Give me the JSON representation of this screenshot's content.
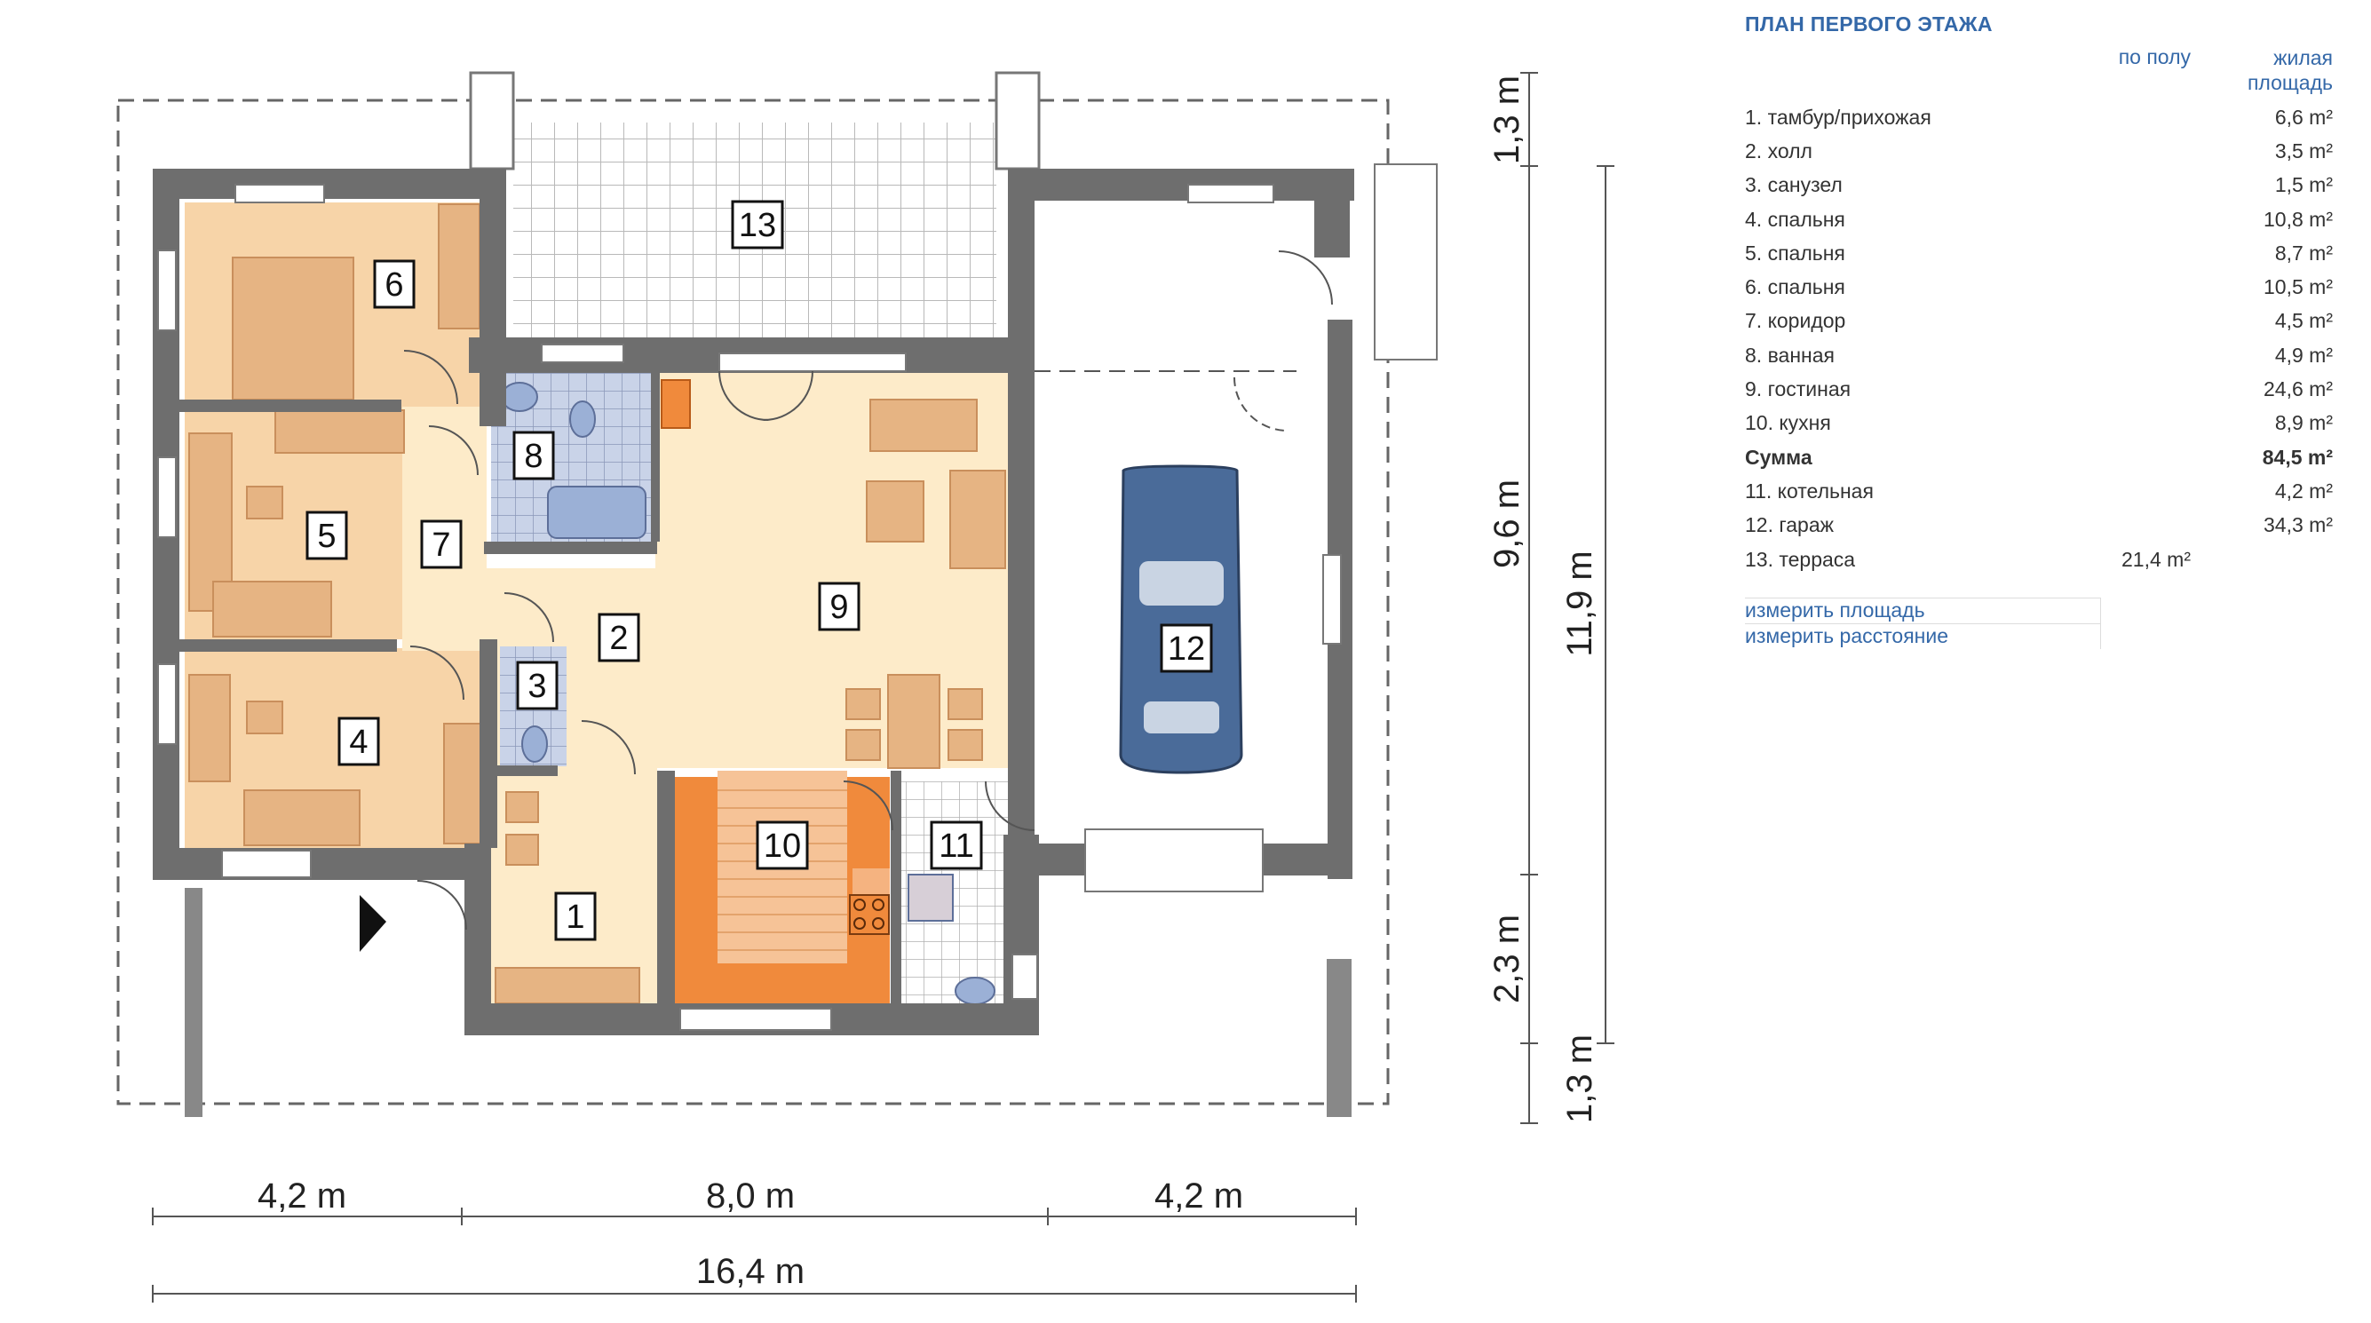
{
  "panel": {
    "title": "ПЛАН ПЕРВОГО ЭТАЖА",
    "col_floor": "по полу",
    "col_living": "жилая площадь",
    "rooms": [
      {
        "name": "1. тамбур/прихожая",
        "floor": "",
        "living": "6,6 m²",
        "bold": false
      },
      {
        "name": "2. холл",
        "floor": "",
        "living": "3,5 m²",
        "bold": false
      },
      {
        "name": "3. санузел",
        "floor": "",
        "living": "1,5 m²",
        "bold": false
      },
      {
        "name": "4. спальня",
        "floor": "",
        "living": "10,8 m²",
        "bold": false
      },
      {
        "name": "5. спальня",
        "floor": "",
        "living": "8,7 m²",
        "bold": false
      },
      {
        "name": "6. спальня",
        "floor": "",
        "living": "10,5 m²",
        "bold": false
      },
      {
        "name": "7. коридор",
        "floor": "",
        "living": "4,5 m²",
        "bold": false
      },
      {
        "name": "8. ванная",
        "floor": "",
        "living": "4,9 m²",
        "bold": false
      },
      {
        "name": "9. гостиная",
        "floor": "",
        "living": "24,6 m²",
        "bold": false
      },
      {
        "name": "10. кухня",
        "floor": "",
        "living": "8,9 m²",
        "bold": false
      },
      {
        "name": "Сумма",
        "floor": "",
        "living": "84,5 m²",
        "bold": true
      },
      {
        "name": "11. котельная",
        "floor": "",
        "living": "4,2 m²",
        "bold": false
      },
      {
        "name": "12. гараж",
        "floor": "",
        "living": "34,3 m²",
        "bold": false
      },
      {
        "name": "13. терраса",
        "floor": "21,4 m²",
        "living": "",
        "bold": false
      }
    ],
    "links": [
      "измерить площадь",
      "измерить расстояние"
    ]
  },
  "plan": {
    "room_numbers": [
      "1",
      "2",
      "3",
      "4",
      "5",
      "6",
      "7",
      "8",
      "9",
      "10",
      "11",
      "12",
      "13"
    ],
    "dimensions": {
      "bottom": [
        "4,2 m",
        "8,0 m",
        "4,2 m"
      ],
      "total_width": "16,4 m",
      "right_inner": [
        "1,3 m",
        "9,6 m",
        "2,3 m",
        "1,3 m"
      ],
      "right_outer": "11,9 m"
    },
    "colors": {
      "wall": "#6e6e6e",
      "bedroom": "#f7d4a8",
      "furniture": "#e6b483",
      "living": "#fdebc9",
      "kitchen_orange": "#f08a3c",
      "bath_tile": "#c9d3e8",
      "car": "#4a6b99",
      "terrace_grid": "#b9b9b9"
    }
  }
}
